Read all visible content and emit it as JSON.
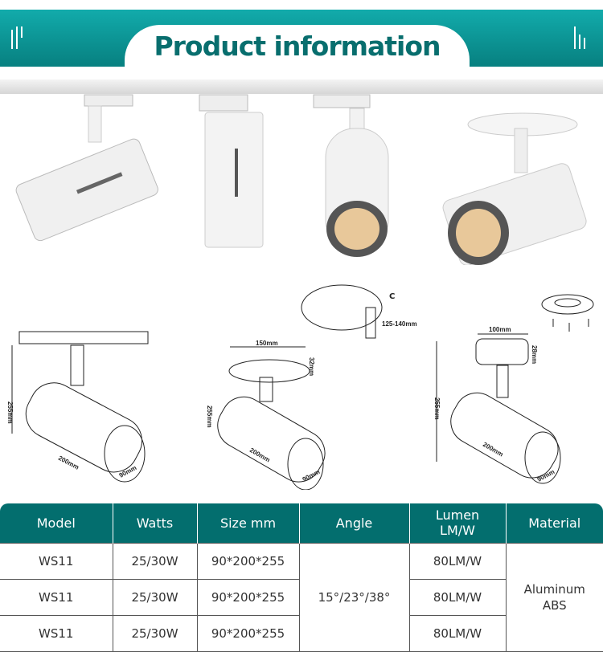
{
  "header": {
    "title": "Product information"
  },
  "diagrams": {
    "track": {
      "height": "255mm",
      "length": "200mm",
      "diameter": "90mm"
    },
    "recessed": {
      "width": "150mm",
      "depth": "32mm",
      "height": "255mm",
      "length": "200mm",
      "diameter": "90mm"
    },
    "cutout": {
      "label": "C",
      "range": "125-140mm"
    },
    "surface": {
      "width": "100mm",
      "depth": "28mm",
      "height": "255mm",
      "length": "200mm",
      "diameter": "90mm"
    }
  },
  "table": {
    "headers": [
      "Model",
      "Watts",
      "Size mm",
      "Angle",
      "Lumen LM/W",
      "Material"
    ],
    "rows": [
      {
        "model": "WS11",
        "watts": "25/30W",
        "size": "90*200*255",
        "lumen": "80LM/W"
      },
      {
        "model": "WS11",
        "watts": "25/30W",
        "size": "90*200*255",
        "lumen": "80LM/W"
      },
      {
        "model": "WS11",
        "watts": "25/30W",
        "size": "90*200*255",
        "lumen": "80LM/W"
      }
    ],
    "angle": "15°/23°/38°",
    "material_line1": "Aluminum",
    "material_line2": "ABS"
  },
  "colors": {
    "accent": "#036e6e",
    "banner": "#12abab"
  }
}
